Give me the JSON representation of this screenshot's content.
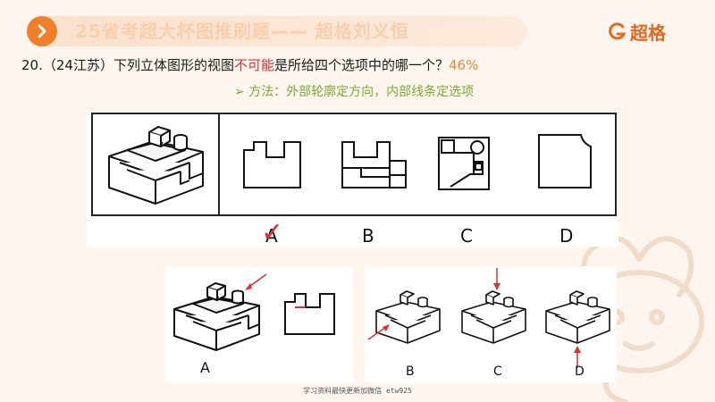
{
  "header": {
    "title": "25省考超大杯图推刷题—— 超格刘义恒",
    "brand": "超格"
  },
  "question": {
    "number": "20.",
    "source": "（24江苏）",
    "text_before": "下列立体图形的视图",
    "highlight": "不可能",
    "text_after": "是所给四个选项中的哪一个？",
    "accuracy": "46%"
  },
  "method": {
    "bullet": "➢",
    "text": "方法：外部轮廓定方向，内部线条定选项"
  },
  "options": [
    "A",
    "B",
    "C",
    "D"
  ],
  "answer_mark": "✓",
  "explanation": {
    "left_labels": [
      "A"
    ],
    "right_labels": [
      "B",
      "C",
      "D"
    ]
  },
  "footer": "学习资料最快更新加微信 etw925",
  "colors": {
    "accent": "#ef7f2a",
    "highlight": "#e02f2f",
    "method": "#7aa83a",
    "accuracy": "#ee8b3a"
  }
}
